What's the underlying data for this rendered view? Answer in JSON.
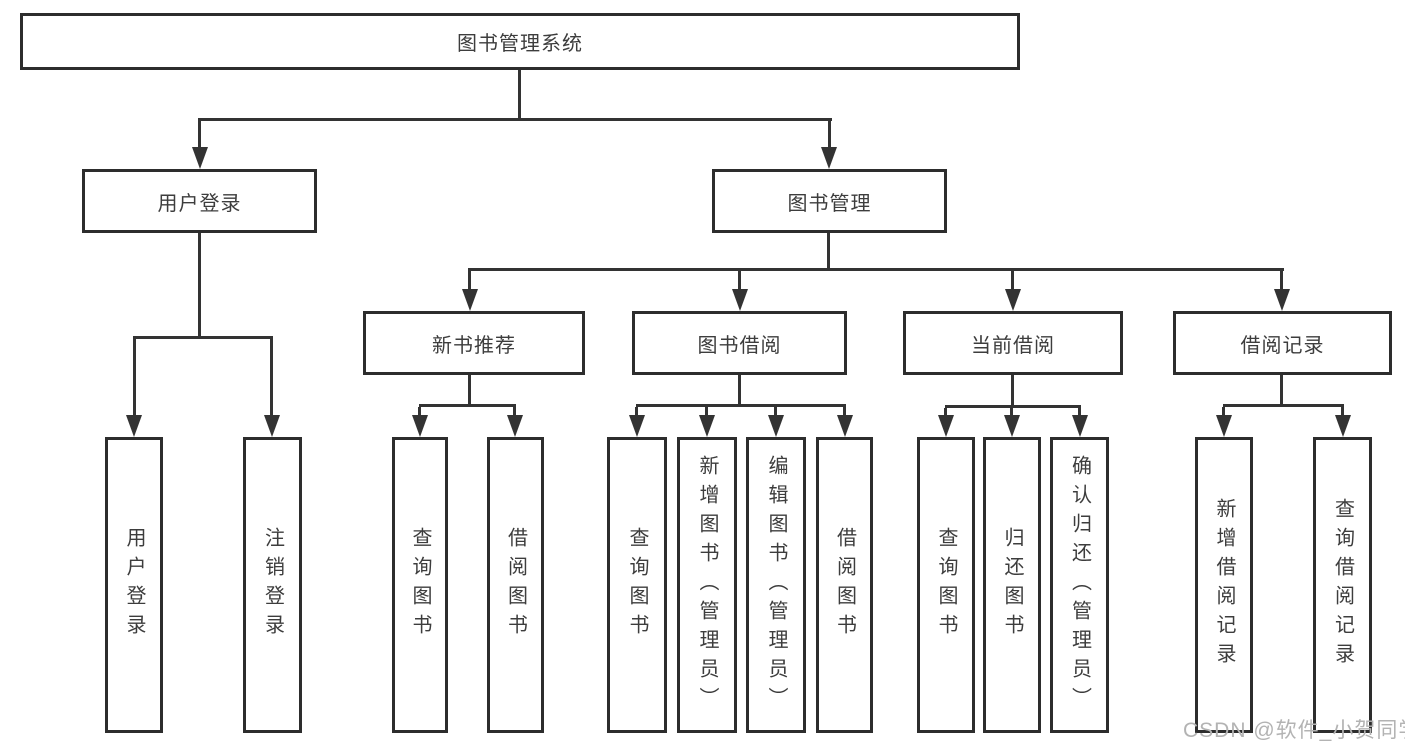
{
  "diagram": {
    "title": "图书管理系统",
    "root": "图书管理系统",
    "level2": {
      "user_login": "用户登录",
      "book_mgmt": "图书管理"
    },
    "level3": {
      "new_books": "新书推荐",
      "book_borrow": "图书借阅",
      "current_borrow": "当前借阅",
      "borrow_records": "借阅记录"
    },
    "leaves": [
      "用户登录",
      "注销登录",
      "查询图书",
      "借阅图书",
      "查询图书",
      "新增图书（管理员）",
      "编辑图书（管理员）",
      "借阅图书",
      "查询图书",
      "归还图书",
      "确认归还（管理员）",
      "新增借阅记录",
      "查询借阅记录"
    ]
  },
  "watermark": "CSDN @软件_小贺同学",
  "colors": {
    "line": "#333333",
    "box_border": "#2d2d2d",
    "text": "#3d3d3d",
    "watermark": "#b3b3b3",
    "background": "#ffffff"
  }
}
